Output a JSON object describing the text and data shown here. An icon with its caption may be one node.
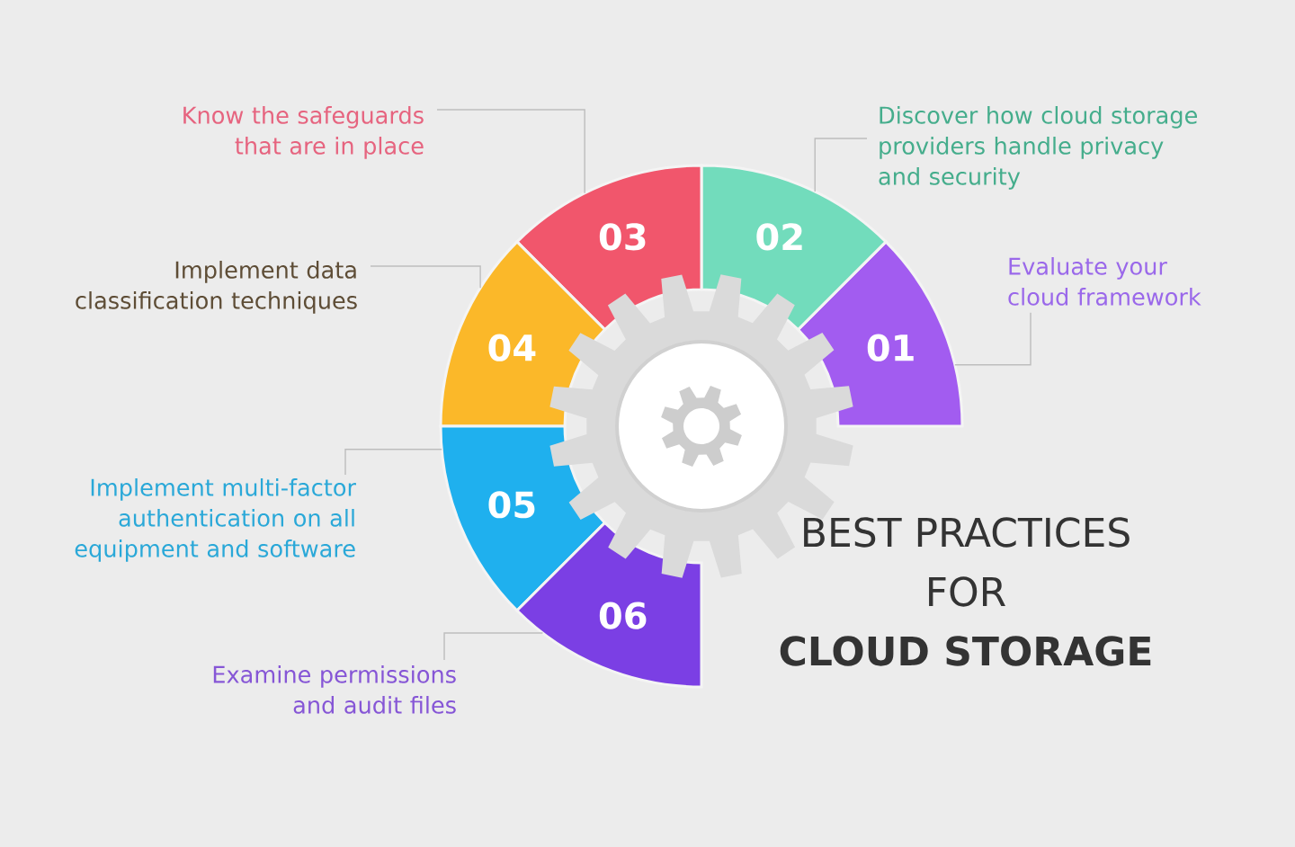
{
  "diagram": {
    "title": "BEST PRACTICES FOR **CLOUD STORAGE**",
    "nodes": [
      {
        "text": [
          "01"
        ]
      },
      {
        "text": [
          "02"
        ]
      },
      {
        "text": [
          "03"
        ]
      },
      {
        "text": [
          "04"
        ]
      },
      {
        "text": [
          "05"
        ]
      },
      {
        "text": [
          "06"
        ]
      },
      {
        "text": [
          "Evaluate your cloud framework"
        ]
      },
      {
        "text": [
          "Discover how cloud storage providers handle privacy and security"
        ]
      },
      {
        "text": [
          "Know the safeguards that are in place"
        ]
      },
      {
        "text": [
          "Implement data classification techniques"
        ]
      },
      {
        "text": [
          "Implement multi-factor authentication on all equipment and software"
        ]
      },
      {
        "text": [
          "Examine permissions and audit files"
        ]
      }
    ],
    "edges": [
      {
        "from": 6,
        "to": 0,
        "arrow": "none"
      },
      {
        "from": 7,
        "to": 1,
        "arrow": "none"
      },
      {
        "from": 8,
        "to": 2,
        "arrow": "none"
      },
      {
        "from": 9,
        "to": 3,
        "arrow": "none"
      },
      {
        "from": 10,
        "to": 4,
        "arrow": "none"
      },
      {
        "from": 11,
        "to": 5,
        "arrow": "none"
      }
    ]
  }
}
